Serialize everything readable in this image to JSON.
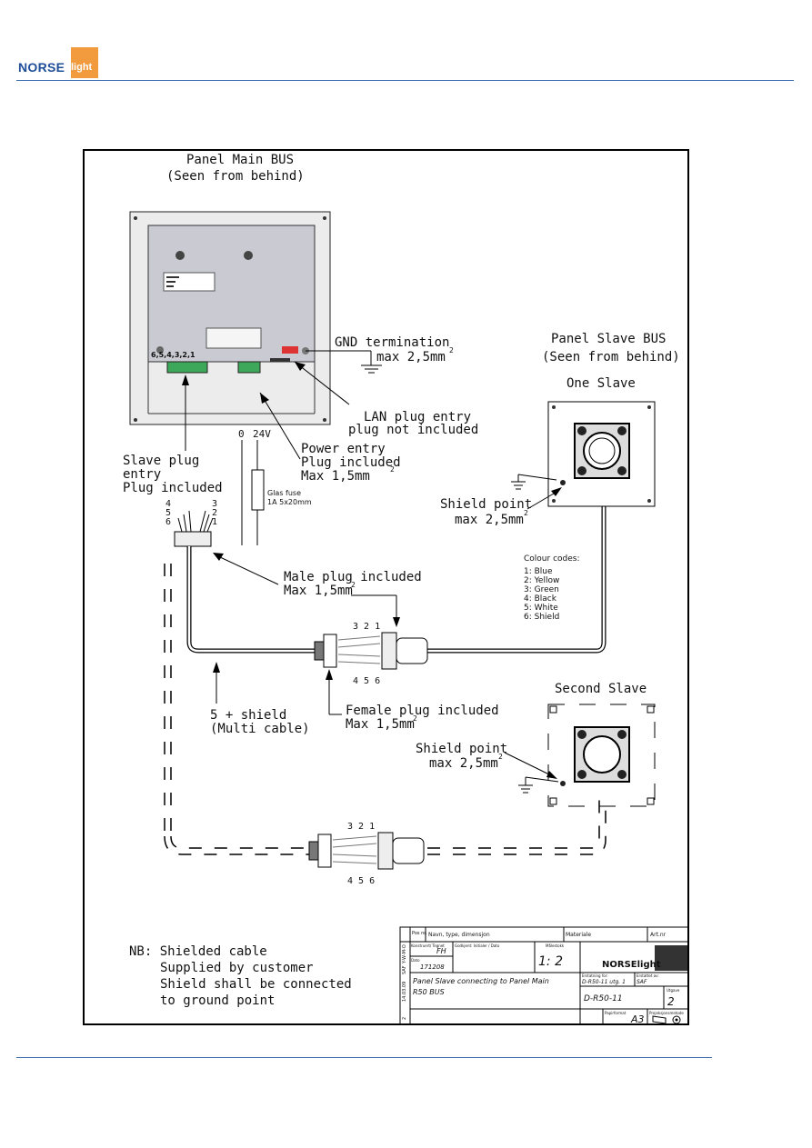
{
  "header": {
    "logo_main": "NORSE",
    "logo_sub": "light"
  },
  "drawing": {
    "title": "Panel Main BUS",
    "title_sub": "(Seen from behind)",
    "terminal_numbers": "6,5,4,3,2,1",
    "gnd_label": "GND termination",
    "gnd_max": "max 2,5mm",
    "lan_label": "LAN plug entry",
    "lan_sub": "plug not included",
    "power_label": "Power entry",
    "power_sub": "Plug included",
    "power_max": "Max 1,5mm",
    "volt_0": "0",
    "volt_24": "24V",
    "fuse_label": "Glas fuse",
    "fuse_spec": "1A 5x20mm",
    "slave_plug_1": "Slave plug",
    "slave_plug_2": "entry",
    "slave_plug_3": "Plug included",
    "pin_4": "4",
    "pin_5": "5",
    "pin_6": "6",
    "pin_3": "3",
    "pin_2": "2",
    "pin_1": "1",
    "male_plug": "Male plug included",
    "male_max": "Max 1,5mm",
    "female_plug": "Female plug included",
    "female_max": "Max 1,5mm",
    "cable_label": "5 + shield",
    "cable_sub": "(Multi cable)",
    "slave_title": "Panel Slave BUS",
    "slave_title_sub": "(Seen from behind)",
    "one_slave": "One Slave",
    "second_slave": "Second Slave",
    "shield_point": "Shield point",
    "shield_max": "max 2,5mm",
    "colour_codes": "Colour codes:",
    "colours": [
      "1: Blue",
      "2: Yellow",
      "3: Green",
      "4: Black",
      "5: White",
      "6: Shield"
    ],
    "pins_top": "3 2 1",
    "pins_bottom": "4 5 6",
    "nb_1": "NB: Shielded cable",
    "nb_2": "Supplied by customer",
    "nb_3": "Shield shall be connected",
    "nb_4": "to ground point"
  },
  "title_block": {
    "pos_label": "Pos nr.",
    "name_header": "Navn, type, dimensjon",
    "material_header": "Materiale",
    "art_header": "Art.nr",
    "drawn_label": "Konstruert/ Tegnet",
    "drawn_value": "FH",
    "subject_label": "Godkjent: Initialer / Dato",
    "scale_label": "Målestokk",
    "scale_value": "1: 2",
    "date_label": "Dato",
    "date_value": "171208",
    "logo_text": "NORSElight",
    "description_1": "Panel Slave connecting to Panel Main",
    "description_2": "R50 BUS",
    "replaces_label": "Erstatning for:",
    "replaces_value": "D-R50-11 utg. 1",
    "replaced_by_label": "Erstattet av:",
    "replaced_by_value": "SAF",
    "drawing_no": "D-R50-11",
    "sheet_label": "Utgave",
    "sheet_value": "2",
    "paper_label": "Papirformat",
    "paper_value": "A3",
    "projection_label": "Projeksjonsmetode",
    "rev_col_1": "Y-W-M-O",
    "rev_col_2": "SAF",
    "rev_col_3": "14.03.09",
    "rev_col_4": "2"
  }
}
